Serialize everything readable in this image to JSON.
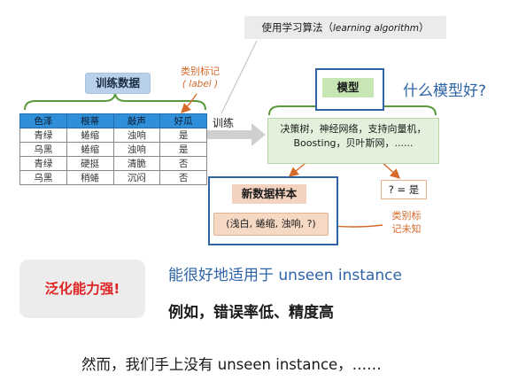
{
  "algorithm_note": {
    "zh": "使用学习算法（",
    "en": "learning algorithm",
    "close": "）"
  },
  "training_data": {
    "label": "训练数据",
    "columns": [
      "色泽",
      "根蒂",
      "敲声",
      "好瓜"
    ],
    "rows": [
      [
        "青绿",
        "蜷缩",
        "浊响",
        "是"
      ],
      [
        "乌黑",
        "蜷缩",
        "浊响",
        "是"
      ],
      [
        "青绿",
        "硬挺",
        "清脆",
        "否"
      ],
      [
        "乌黑",
        "稍蜷",
        "沉闷",
        "否"
      ]
    ]
  },
  "class_label_note": {
    "zh": "类别标记",
    "en": "label"
  },
  "train_arrow_text": "训练",
  "model": {
    "label": "模型",
    "question": "什么模型好?",
    "list_line1": "决策树，神经网络，支持向量机，",
    "list_line2": "Boosting，贝叶斯网，......"
  },
  "new_data": {
    "label": "新数据样本",
    "sample": "(浅白, 蜷缩, 浊响, ?)"
  },
  "prediction": "? = 是",
  "unknown_note": {
    "line1": "类别标",
    "line2": "记未知"
  },
  "generalization": {
    "badge": "泛化能力强!",
    "line1": "能很好地适用于 unseen instance",
    "line2": "例如，错误率低、精度高"
  },
  "however": "然而，我们手上没有 unseen instance，……",
  "colors": {
    "blue_frame": "#2e63a6",
    "table_header": "#2f8fd8",
    "green_brace": "#5a9a3c",
    "orange_note": "#d66a2b",
    "red_badge": "#e02424"
  }
}
